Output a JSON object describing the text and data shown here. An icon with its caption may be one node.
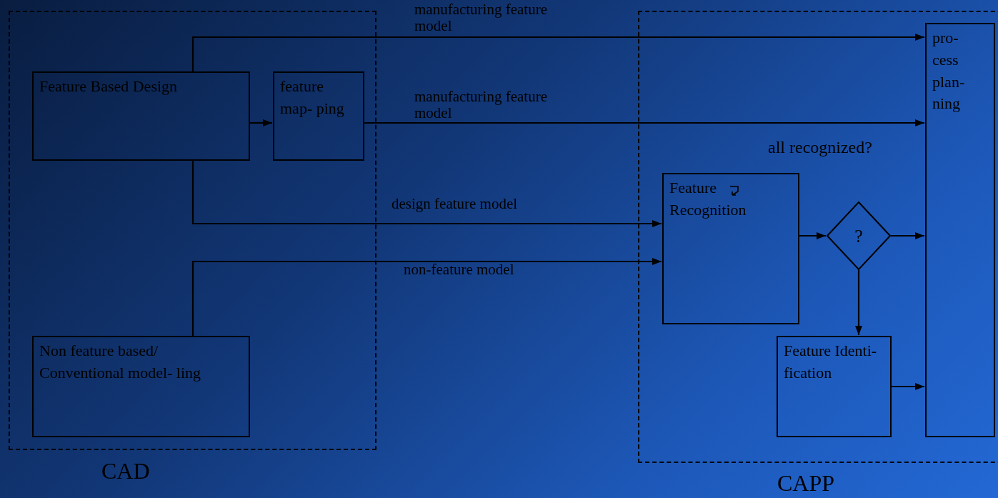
{
  "diagram": {
    "nodes": [
      {
        "text": [
          "CAD"
        ]
      },
      {
        "text": [
          "Feature Based Design"
        ],
        "in": 0
      },
      {
        "text": [
          "feature map- ping"
        ],
        "in": 0
      },
      {
        "text": [
          "Non feature based/ Conventional model- ling"
        ],
        "in": 0
      },
      {
        "text": [
          "CAPP"
        ]
      },
      {
        "text": [
          "Feature Recognition"
        ],
        "in": 4
      },
      {
        "text": [
          "?"
        ],
        "in": 4
      },
      {
        "text": [
          "Feature Identi- fication"
        ],
        "in": 4
      },
      {
        "text": [
          "pro- cess plan- ning"
        ],
        "in": 4
      }
    ],
    "edges": [
      {
        "from": 1,
        "to": 2,
        "arrow": "to"
      },
      {
        "from": 1,
        "to": 8,
        "arrow": "to",
        "label": "manufacturing feature model"
      },
      {
        "from": 2,
        "to": 8,
        "arrow": "to",
        "label": "manufacturing feature model"
      },
      {
        "from": 1,
        "to": 5,
        "arrow": "to",
        "label": "design feature model"
      },
      {
        "from": 3,
        "to": 5,
        "arrow": "to",
        "label": "non-feature model"
      },
      {
        "from": 5,
        "to": 6,
        "arrow": "to"
      },
      {
        "from": 6,
        "to": 8,
        "arrow": "to"
      },
      {
        "from": 6,
        "to": 7,
        "arrow": "to"
      },
      {
        "from": 7,
        "to": 8,
        "arrow": "to"
      }
    ],
    "labels": [
      "all recognized?"
    ]
  }
}
